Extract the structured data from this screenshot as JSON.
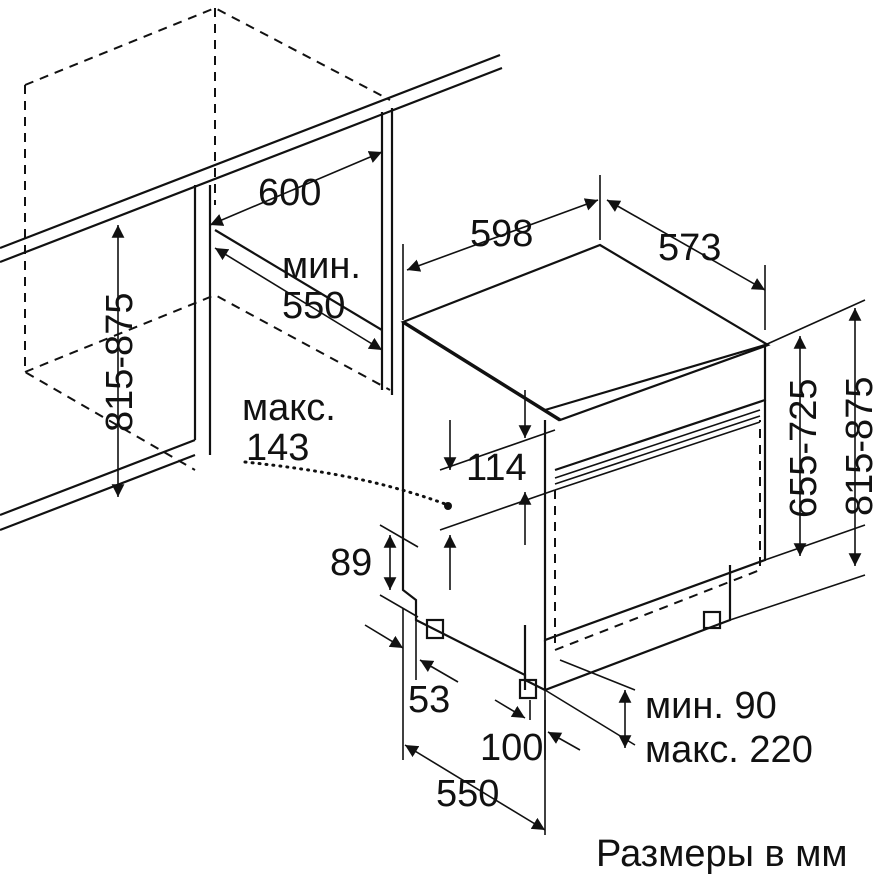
{
  "title": "",
  "caption": "Размеры в мм",
  "dimensions": {
    "niche_width": "600",
    "niche_height_left": "815-875",
    "niche_depth_min_label": "мин.",
    "niche_depth_min_value": "550",
    "appliance_width": "598",
    "appliance_depth": "573",
    "appliance_height": "655-725",
    "total_height_right": "815-875",
    "panel_max_label": "макс.",
    "panel_max_value": "143",
    "panel_offset": "114",
    "base_height": "89",
    "foot_offset": "53",
    "foot_depth": "100",
    "depth_bottom": "550",
    "plinth_min": "мин. 90",
    "plinth_max": "макс. 220"
  }
}
